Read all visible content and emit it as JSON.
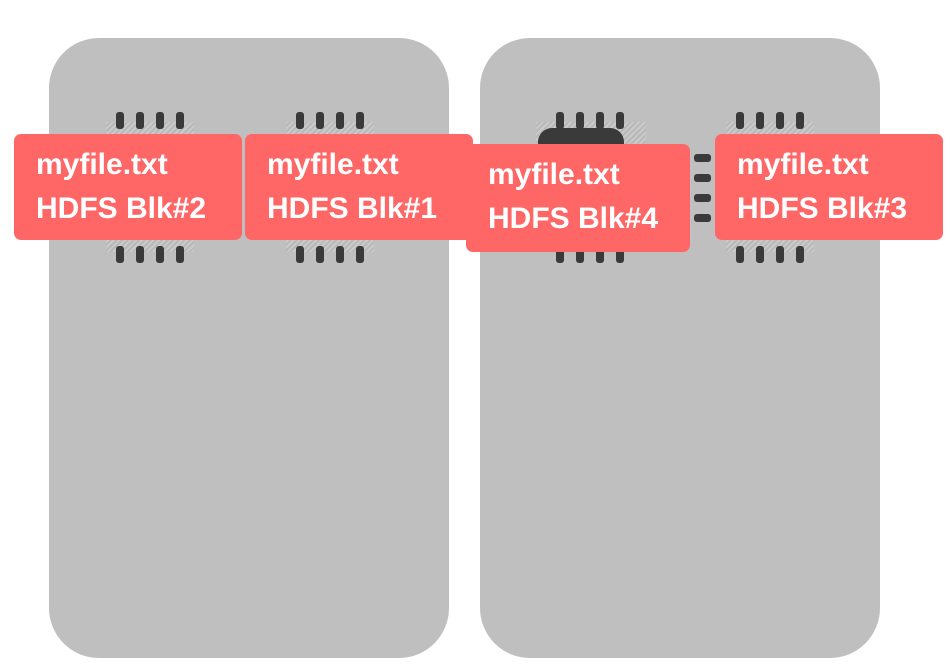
{
  "nodes": [
    {
      "id": "node-1"
    },
    {
      "id": "node-2"
    }
  ],
  "blocks": [
    {
      "file": "myfile.txt",
      "block": "HDFS Blk#2"
    },
    {
      "file": "myfile.txt",
      "block": "HDFS Blk#1"
    },
    {
      "file": "myfile.txt",
      "block": "HDFS Blk#4"
    },
    {
      "file": "myfile.txt",
      "block": "HDFS Blk#3"
    }
  ],
  "colors": {
    "node": "#bfbfbf",
    "label": "#ff6666",
    "label_text": "#ffffff",
    "pin": "#3a3a3a"
  }
}
